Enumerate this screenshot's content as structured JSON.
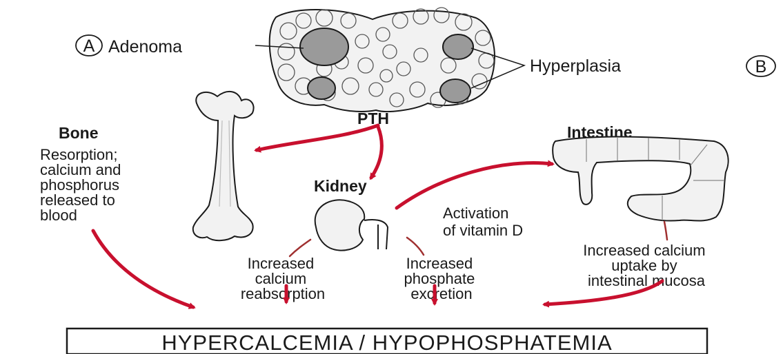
{
  "labels": {
    "a_marker": "A",
    "adenoma": "Adenoma",
    "hyperplasia": "Hyperplasia",
    "b_marker": "B",
    "pth": "PTH",
    "bone": "Bone",
    "bone_desc": [
      "Resorption;",
      "calcium and",
      "phosphorus",
      "released to",
      "blood"
    ],
    "intestine": "Intestine",
    "kidney": "Kidney",
    "activation": [
      "Activation",
      "of vitamin D"
    ],
    "reabsorption": [
      "Increased",
      "calcium",
      "reabsorption"
    ],
    "excretion": [
      "Increased",
      "phosphate",
      "excretion"
    ],
    "uptake": [
      "Increased calcium",
      "uptake by",
      "intestinal mucosa"
    ],
    "result": "HYPERCALCEMIA / HYPOPHOSPHATEMIA"
  },
  "colors": {
    "arrow": "#c8102e",
    "organ_fill": "#f2f2f2",
    "lesion_fill": "#9a9a9a",
    "ink": "#1a1a1a"
  }
}
